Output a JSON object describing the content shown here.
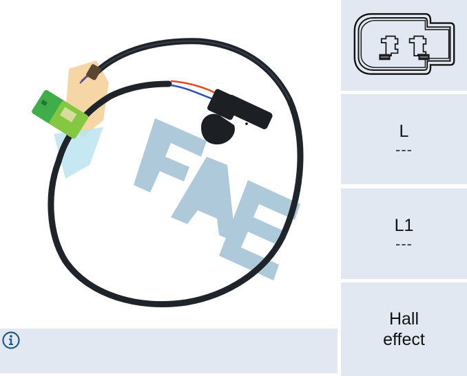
{
  "product": {
    "watermark_text": "FAE",
    "image_alt": "Crankshaft position sensor with cable and green connector",
    "colors": {
      "watermark_blue": "#a9c7d9",
      "watermark_orange": "#f6cf97",
      "watermark_cyan": "#b6e2f0",
      "cable": "#1f242b",
      "connector_green": "#3fae4a",
      "wire_red": "#e04a1c",
      "wire_blue": "#2c4cb8"
    }
  },
  "info": {
    "icon": "info-circle-icon",
    "text": ""
  },
  "specs": {
    "connector": {
      "icon": "two-pin-connector-diagram-icon"
    },
    "length": {
      "label": "L",
      "value": "---"
    },
    "length1": {
      "label": "L1",
      "value": "---"
    },
    "type": {
      "value": "Hall\neffect"
    }
  },
  "colors": {
    "panel_bg": "#e1e8f1",
    "icon_blue": "#1d5b86"
  }
}
